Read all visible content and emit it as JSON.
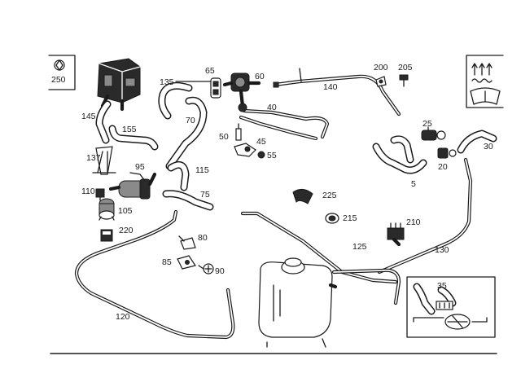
{
  "callouts": {
    "c250": "250",
    "c65": "65",
    "c60": "60",
    "c135": "135",
    "c140": "140",
    "c200": "200",
    "c205": "205",
    "c145": "145",
    "c70": "70",
    "c40": "40",
    "c155": "155",
    "c50": "50",
    "c45": "45",
    "c55": "55",
    "c25": "25",
    "c30": "30",
    "c137": "137",
    "c95": "95",
    "c115": "115",
    "c20": "20",
    "c5": "5",
    "c110": "110",
    "c75": "75",
    "c225": "225",
    "c105": "105",
    "c215": "215",
    "c210": "210",
    "c220": "220",
    "c80": "80",
    "c125": "125",
    "c130": "130",
    "c85": "85",
    "c90": "90",
    "c35": "35",
    "c120": "120"
  },
  "icons": {
    "top_left": "screw-icon",
    "top_right": "defrost-windshield-icon",
    "bottom_right": "fan-motor-icon"
  }
}
